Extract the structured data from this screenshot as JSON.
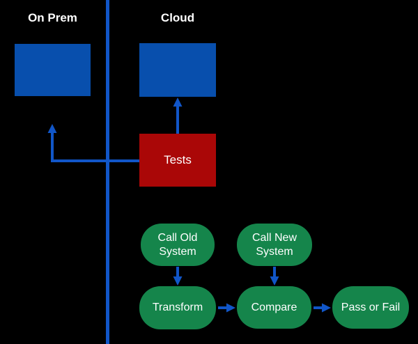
{
  "diagram": {
    "colors": {
      "background": "#000000",
      "blue-fill": "#084fad",
      "line-blue": "#1156c8",
      "red-fill": "#aa0707",
      "green-fill": "#15854b",
      "text": "#ffffff"
    },
    "regions": {
      "left": {
        "label": "On Prem"
      },
      "right": {
        "label": "Cloud"
      }
    },
    "nodes": {
      "onprem_system": {
        "label": "",
        "shape": "rect",
        "color": "blue"
      },
      "cloud_system": {
        "label": "",
        "shape": "rect",
        "color": "blue"
      },
      "tests": {
        "label": "Tests",
        "shape": "rect",
        "color": "red"
      },
      "call_old": {
        "label": "Call Old System",
        "shape": "rounded",
        "color": "green"
      },
      "call_new": {
        "label": "Call New System",
        "shape": "rounded",
        "color": "green"
      },
      "transform": {
        "label": "Transform",
        "shape": "rounded",
        "color": "green"
      },
      "compare": {
        "label": "Compare",
        "shape": "rounded",
        "color": "green"
      },
      "pass_or_fail": {
        "label": "Pass or Fail",
        "shape": "rounded",
        "color": "green"
      }
    },
    "edges": [
      {
        "from": "tests",
        "to": "cloud_system"
      },
      {
        "from": "tests",
        "to": "onprem_system"
      },
      {
        "from": "call_old",
        "to": "transform"
      },
      {
        "from": "call_new",
        "to": "compare"
      },
      {
        "from": "transform",
        "to": "compare"
      },
      {
        "from": "compare",
        "to": "pass_or_fail"
      }
    ]
  }
}
